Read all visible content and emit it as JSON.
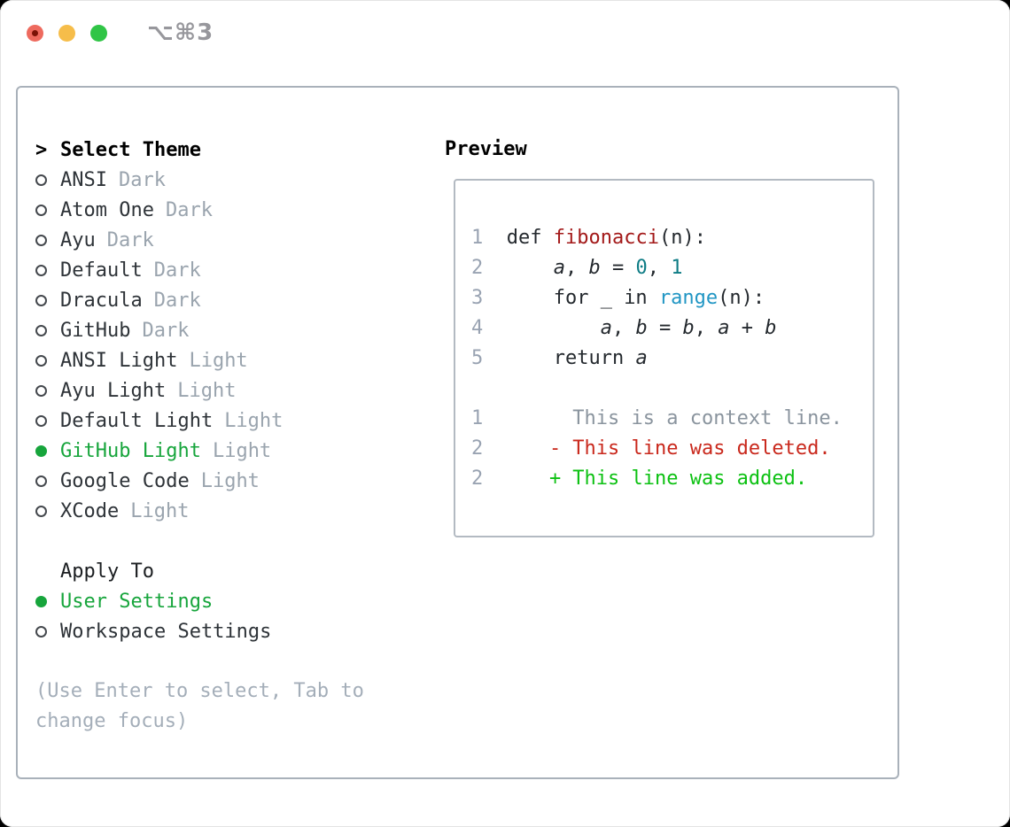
{
  "titlebar": {
    "shortcut_label": "⌥⌘3",
    "traffic_lights": [
      "close-icon",
      "minimize-icon",
      "zoom-icon"
    ]
  },
  "theme_selector": {
    "prompt_marker": ">",
    "title": "Select Theme",
    "themes": [
      {
        "name": "ANSI",
        "variant": "Dark",
        "selected": false
      },
      {
        "name": "Atom One",
        "variant": "Dark",
        "selected": false
      },
      {
        "name": "Ayu",
        "variant": "Dark",
        "selected": false
      },
      {
        "name": "Default",
        "variant": "Dark",
        "selected": false
      },
      {
        "name": "Dracula",
        "variant": "Dark",
        "selected": false
      },
      {
        "name": "GitHub",
        "variant": "Dark",
        "selected": false
      },
      {
        "name": "ANSI Light",
        "variant": "Light",
        "selected": false
      },
      {
        "name": "Ayu Light",
        "variant": "Light",
        "selected": false
      },
      {
        "name": "Default Light",
        "variant": "Light",
        "selected": false
      },
      {
        "name": "GitHub Light",
        "variant": "Light",
        "selected": true
      },
      {
        "name": "Google Code",
        "variant": "Light",
        "selected": false
      },
      {
        "name": "XCode",
        "variant": "Light",
        "selected": false
      }
    ],
    "apply_to": {
      "title": "Apply To",
      "options": [
        {
          "name": "User Settings",
          "selected": true
        },
        {
          "name": "Workspace Settings",
          "selected": false
        }
      ]
    },
    "hint": "(Use Enter to select, Tab to change focus)"
  },
  "preview": {
    "title": "Preview",
    "code_lines": [
      {
        "no": "1",
        "tokens": [
          {
            "text": "  def ",
            "style": "plain"
          },
          {
            "text": "fibonacci",
            "style": "function"
          },
          {
            "text": "(n):",
            "style": "plain"
          }
        ]
      },
      {
        "no": "2",
        "tokens": [
          {
            "text": "      ",
            "style": "plain"
          },
          {
            "text": "a",
            "style": "variable"
          },
          {
            "text": ", ",
            "style": "plain"
          },
          {
            "text": "b",
            "style": "variable"
          },
          {
            "text": " = ",
            "style": "plain"
          },
          {
            "text": "0",
            "style": "number"
          },
          {
            "text": ", ",
            "style": "plain"
          },
          {
            "text": "1",
            "style": "number"
          }
        ]
      },
      {
        "no": "3",
        "tokens": [
          {
            "text": "      for _ in ",
            "style": "plain"
          },
          {
            "text": "range",
            "style": "builtin"
          },
          {
            "text": "(n):",
            "style": "plain"
          }
        ]
      },
      {
        "no": "4",
        "tokens": [
          {
            "text": "          ",
            "style": "plain"
          },
          {
            "text": "a",
            "style": "variable"
          },
          {
            "text": ", ",
            "style": "plain"
          },
          {
            "text": "b",
            "style": "variable"
          },
          {
            "text": " = ",
            "style": "plain"
          },
          {
            "text": "b",
            "style": "variable"
          },
          {
            "text": ", ",
            "style": "plain"
          },
          {
            "text": "a",
            "style": "variable"
          },
          {
            "text": " + ",
            "style": "plain"
          },
          {
            "text": "b",
            "style": "variable"
          }
        ]
      },
      {
        "no": "5",
        "tokens": [
          {
            "text": "      return ",
            "style": "plain"
          },
          {
            "text": "a",
            "style": "variable"
          }
        ]
      }
    ],
    "diff_lines": [
      {
        "no": "1",
        "marker": " ",
        "text": "This is a context line.",
        "kind": "context"
      },
      {
        "no": "2",
        "marker": "-",
        "text": "This line was deleted.",
        "kind": "deleted"
      },
      {
        "no": "2",
        "marker": "+",
        "text": "This line was added.",
        "kind": "added"
      }
    ]
  },
  "colors": {
    "selected_green": "#17a53c",
    "muted_variant_gray": "#9aa4ae",
    "hint_gray": "#a4aeb9",
    "list_text": "#2e3338",
    "header_black": "#000000",
    "code_plain": "#24292e",
    "function_red": "#a31919",
    "number_teal": "#0e7c85",
    "builtin_blue": "#2196c4",
    "lineno_gray": "#99a3b2",
    "diff_context_gray": "#8a949e",
    "diff_deleted_red": "#c9281c",
    "diff_added_green": "#0cc112",
    "panel_border": "#a9b1ba",
    "preview_border": "#b3bac2",
    "traffic_red": "#ee6a5e",
    "traffic_yellow": "#f6bd4a",
    "traffic_green": "#30c546"
  }
}
